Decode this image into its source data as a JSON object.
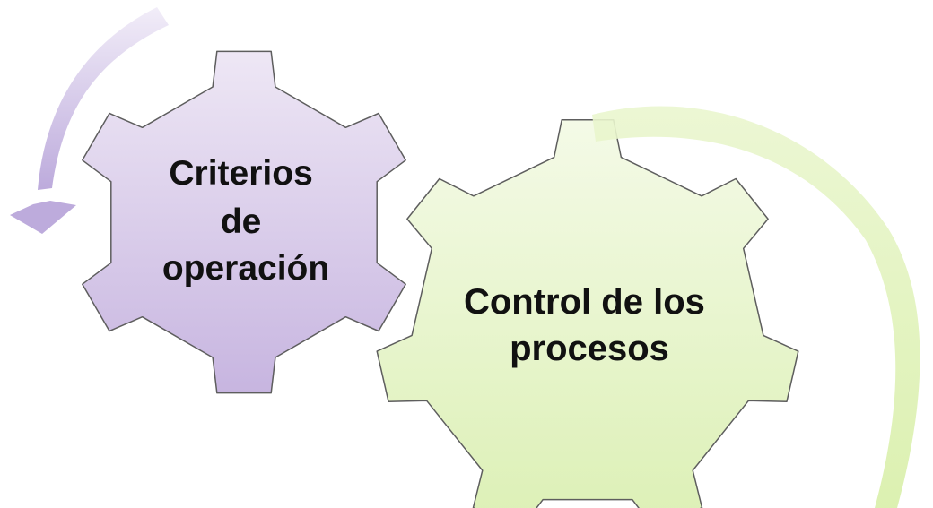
{
  "diagram": {
    "gears": [
      {
        "id": "purple",
        "lines": [
          "Criterios",
          "de",
          "operación"
        ],
        "fill_light": "#EEE7F5",
        "fill_dark": "#C7B5E0",
        "stroke": "#5E5E5E"
      },
      {
        "id": "green",
        "lines": [
          "Control de los",
          "procesos"
        ],
        "fill_light": "#F4FAE7",
        "fill_dark": "#DCF0B5",
        "stroke": "#5E5E5E"
      }
    ],
    "arrows": {
      "purple": "#C9B8E3",
      "green": "#DFF2B3"
    },
    "background": "#FFFFFF"
  }
}
